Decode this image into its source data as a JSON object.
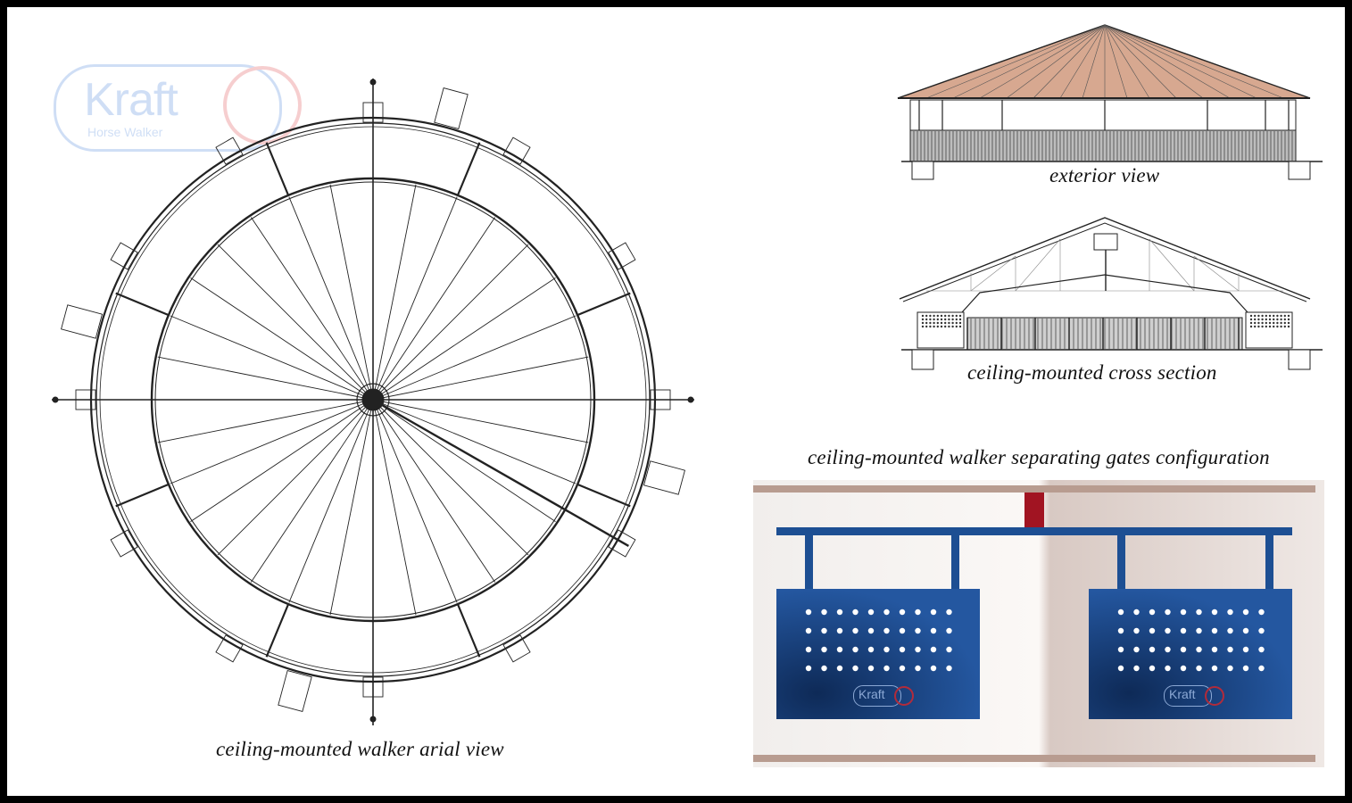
{
  "logo": {
    "brand": "Kraft",
    "tagline": "Horse Walker"
  },
  "captions": {
    "aerial": "ceiling-mounted walker arial view",
    "exterior": "exterior view",
    "cross_section": "ceiling-mounted cross section",
    "gates": "ceiling-mounted walker separating gates configuration"
  },
  "colors": {
    "frame_border": "#000000",
    "roof_fill": "#d7a890",
    "gate_blue": "#1d4f93",
    "beam_tan": "#b89c90",
    "post_red": "#a11422",
    "logo_blue": "#2a6fd6",
    "logo_red": "#d8262a"
  }
}
